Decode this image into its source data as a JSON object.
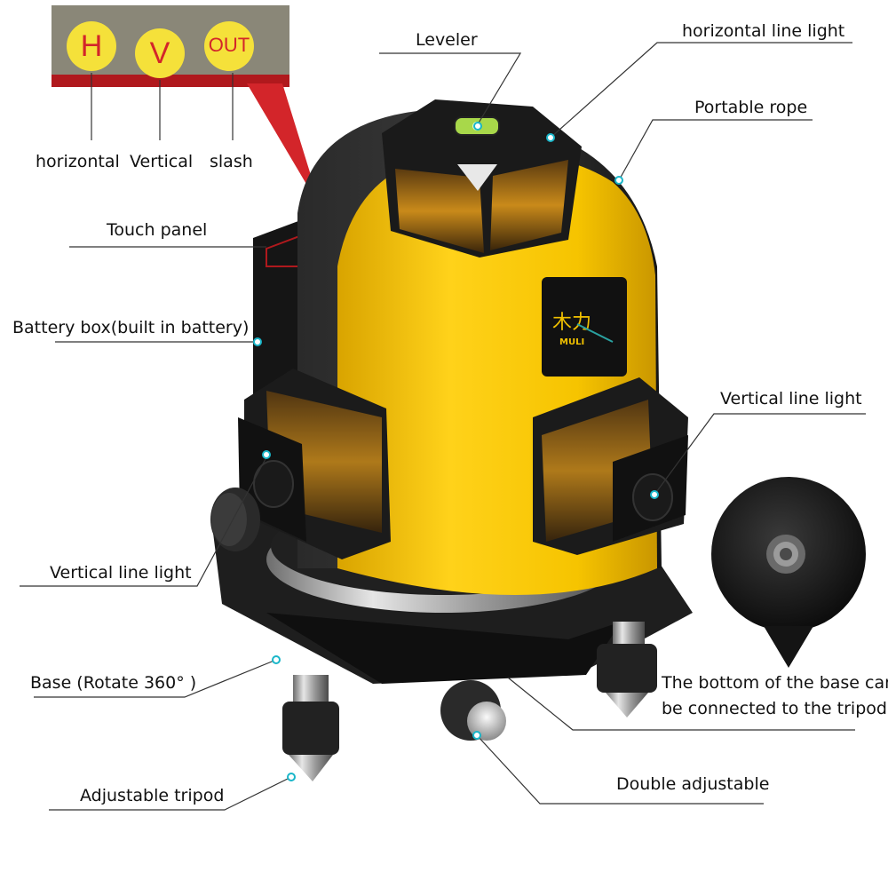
{
  "panel": {
    "buttons": [
      {
        "key": "h",
        "text": "H"
      },
      {
        "key": "v",
        "text": "V"
      },
      {
        "key": "out",
        "text": "OUT"
      }
    ],
    "button_captions": [
      "horizontal",
      "Vertical",
      "slash"
    ]
  },
  "labels": {
    "leveler": "Leveler",
    "horizontal_line_light": "horizontal line light",
    "portable_rope": "Portable rope",
    "touch_panel": "Touch panel",
    "battery_box": "Battery box(built in battery)",
    "vertical_line_light_right": "Vertical line light",
    "vertical_line_light_left": "Vertical line light",
    "base": "Base (Rotate 360°  )",
    "bottom_line1": "The bottom of the base can",
    "bottom_line2": "be connected to the tripod",
    "double_adjustable": "Double adjustable",
    "adjustable_tripod": "Adjustable tripod"
  },
  "device": {
    "brand": "MULI",
    "brand_cn": "木力"
  },
  "colors": {
    "body_yellow": "#f6c400",
    "body_black": "#1c1c1c",
    "panel_red": "#d3252a",
    "button_yellow": "#f5e13a",
    "leader_line": "#333333",
    "marker_cyan": "#19b6c9",
    "prism_amber": "#c98a1a"
  }
}
